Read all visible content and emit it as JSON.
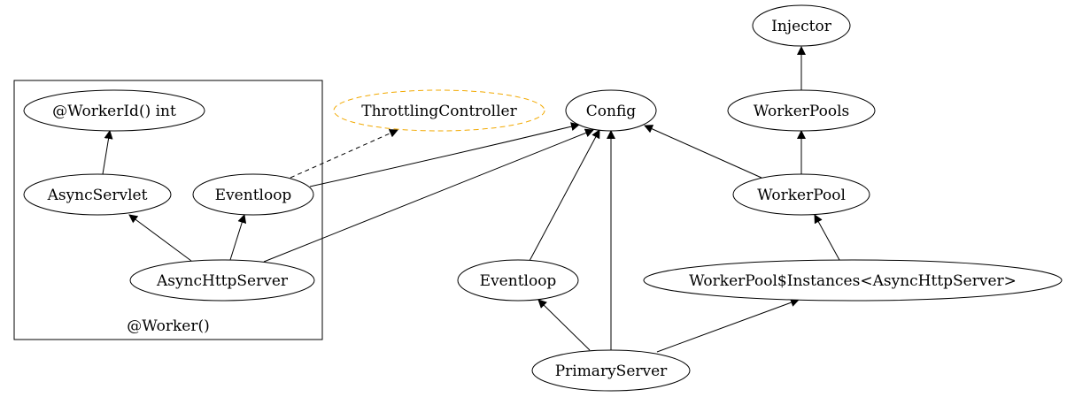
{
  "cluster": {
    "label": "@Worker()"
  },
  "nodes": {
    "injector": "Injector",
    "workerpools": "WorkerPools",
    "config": "Config",
    "throttling": "ThrottlingController",
    "workerid": "@WorkerId() int",
    "asyncservlet": "AsyncServlet",
    "eventloop_inner": "Eventloop",
    "asynchttpserver": "AsyncHttpServer",
    "workerpool": "WorkerPool",
    "eventloop_outer": "Eventloop",
    "instances": "WorkerPool$Instances<AsyncHttpServer>",
    "primaryserver": "PrimaryServer"
  },
  "colors": {
    "dashed_node": "#f2a900",
    "stroke": "#000000"
  }
}
